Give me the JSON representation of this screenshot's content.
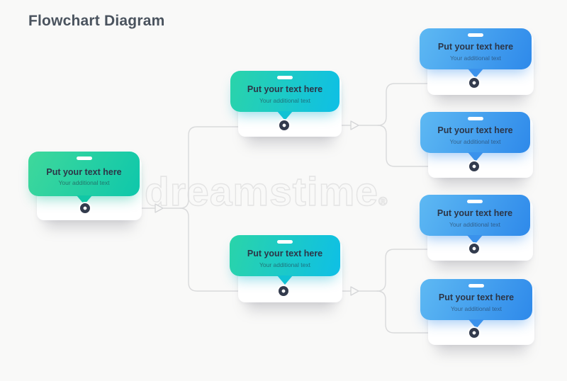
{
  "page": {
    "title": "Flowchart Diagram"
  },
  "watermark": {
    "text": "dreamstime",
    "registered_mark": "®"
  },
  "nodes": [
    {
      "id": "start",
      "level": 1,
      "title": "Put your text here",
      "subtitle": "Your additional text",
      "color_start": "#3fd89b",
      "color_end": "#0ec7ab"
    },
    {
      "id": "branch-top",
      "level": 2,
      "title": "Put your text here",
      "subtitle": "Your additional text",
      "color_start": "#2ad4a9",
      "color_end": "#0ebfe6"
    },
    {
      "id": "branch-bottom",
      "level": 2,
      "title": "Put your text here",
      "subtitle": "Your additional text",
      "color_start": "#2ad4a9",
      "color_end": "#0ebfe6"
    },
    {
      "id": "leaf-1",
      "level": 3,
      "title": "Put your text here",
      "subtitle": "Your additional text",
      "color_start": "#5eb9f3",
      "color_end": "#2e89ea"
    },
    {
      "id": "leaf-2",
      "level": 3,
      "title": "Put your text here",
      "subtitle": "Your additional text",
      "color_start": "#5eb9f3",
      "color_end": "#2e89ea"
    },
    {
      "id": "leaf-3",
      "level": 3,
      "title": "Put your text here",
      "subtitle": "Your additional text",
      "color_start": "#5eb9f3",
      "color_end": "#2e89ea"
    },
    {
      "id": "leaf-4",
      "level": 3,
      "title": "Put your text here",
      "subtitle": "Your additional text",
      "color_start": "#5eb9f3",
      "color_end": "#2e89ea"
    }
  ],
  "colors": {
    "background": "#f9f9f8",
    "heading_text": "#4a535e",
    "node_title_text": "#2c3547",
    "connector_line": "#d9dadb",
    "connector_dot": "#333b4d",
    "watermark_outline": "#e4e4e4"
  }
}
